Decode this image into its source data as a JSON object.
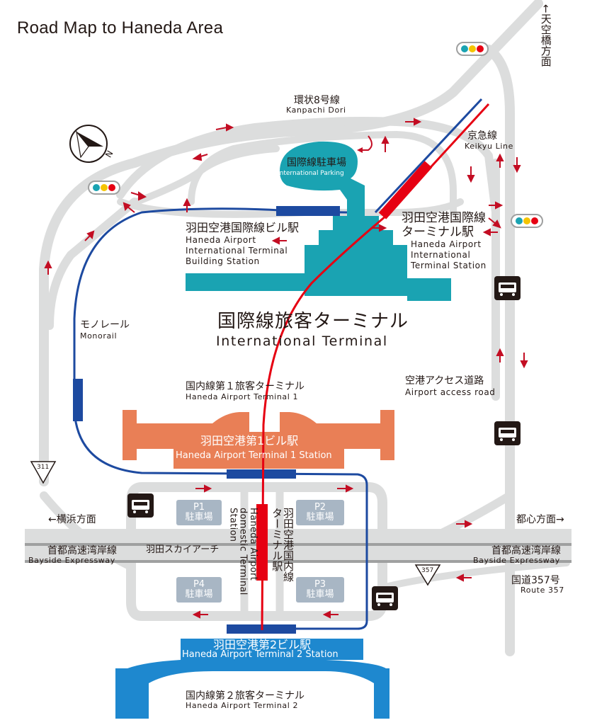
{
  "title": "Road Map to Haneda Area",
  "roads": {
    "kanpachi_jp": "環状8号線",
    "kanpachi_en": "Kanpachi Dori",
    "tenkubashi_jp": "←天空橋方面",
    "yokohama_jp": "←横浜方面",
    "toshin_jp": "都心方面→",
    "bayside_jp": "首都高速湾岸線",
    "bayside_en": "Bayside Expressway",
    "skyarch_jp": "羽田スカイアーチ",
    "route357_jp": "国道357号",
    "route357_en": "Route 357",
    "access_jp": "空港アクセス道路",
    "access_en": "Airport access road",
    "route311_num": "311",
    "route357_num": "357"
  },
  "rail": {
    "keikyu_jp": "京急線",
    "keikyu_en": "Keikyu Line",
    "monorail_jp": "モノレール",
    "monorail_en": "Monorail",
    "monorail_intl_jp": "羽田空港国際線ビル駅",
    "monorail_intl_en1": "Haneda Airport",
    "monorail_intl_en2": "International Terminal",
    "monorail_intl_en3": "Building Station",
    "keikyu_intl_jp1": "羽田空港国際線",
    "keikyu_intl_jp2": "ターミナル駅",
    "keikyu_intl_en1": "Haneda Airport",
    "keikyu_intl_en2": "International",
    "keikyu_intl_en3": "Terminal Station",
    "t1_station_jp": "羽田空港第1ビル駅",
    "t1_station_en": "Haneda Airport Terminal 1 Station",
    "t2_station_jp": "羽田空港第2ビル駅",
    "t2_station_en": "Haneda Airport Terminal 2 Station",
    "domestic_station_jp": "羽田空港国内線ターミナル駅",
    "domestic_station_en": "Haneda Airport domestic Terminal Station"
  },
  "terminals": {
    "intl_parking_jp": "国際線駐車場",
    "intl_parking_en": "International Parking",
    "intl_jp": "国際線旅客ターミナル",
    "intl_en": "International Terminal",
    "t1_jp": "国内線第１旅客ターミナル",
    "t1_en": "Haneda Airport Terminal 1",
    "t2_jp": "国内線第２旅客ターミナル",
    "t2_en": "Haneda Airport Terminal 2"
  },
  "parking": [
    {
      "num": "P1",
      "label": "駐車場"
    },
    {
      "num": "P2",
      "label": "駐車場"
    },
    {
      "num": "P3",
      "label": "駐車場"
    },
    {
      "num": "P4",
      "label": "駐車場"
    }
  ],
  "north_symbol": "N",
  "colors": {
    "road": "#dcdddd",
    "expressway": "#9fa0a0",
    "monorail": "#1d4aa0",
    "keikyu": "#e60012",
    "intl_terminal": "#1aa3b2",
    "t1": "#e97f56",
    "t2": "#1e88cf",
    "parking": "#a8b6c4",
    "arrow": "#c30d23"
  }
}
